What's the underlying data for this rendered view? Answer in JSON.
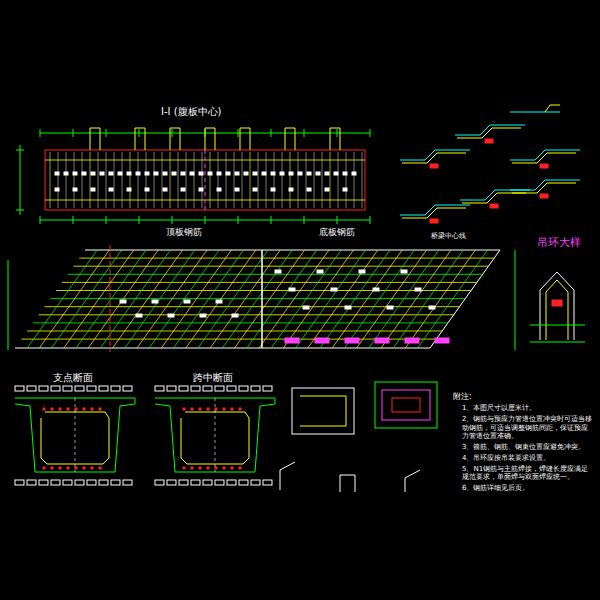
{
  "diagram": {
    "labels": [
      "I-I (腹板中心)",
      "顶板钢筋",
      "底板钢筋",
      "桥梁中心线",
      "吊环大样",
      "支点断面",
      "跨中断面",
      "附注:",
      "1、本图尺寸以厘米计。",
      "2、钢筋与预应力管道位置冲突时可适当移动钢筋，可适当调整钢筋间距，保证预应力管道位置准确。",
      "3、箍筋、钢筋、钢束位置应避免冲突。",
      "4、吊环应按吊装要求设置。",
      "5、N1钢筋与主筋焊接，焊缝长度应满足规范要求，单面焊与双面焊应统一。",
      "6、钢筋详细见后页。"
    ]
  }
}
